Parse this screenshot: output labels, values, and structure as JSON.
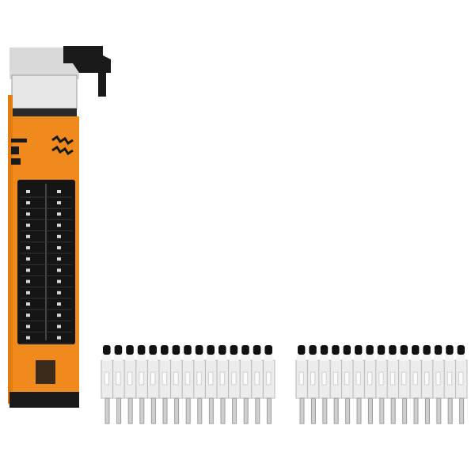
{
  "colors": {
    "housing_orange": "#f08a1c",
    "connector_black": "#151515",
    "terminal_white": "#ececec",
    "pin_silver": "#d8d8d8",
    "background": "#ffffff"
  },
  "icons": [
    "io-module-photo",
    "terminal-block-left-photo",
    "terminal-block-right-photo"
  ]
}
